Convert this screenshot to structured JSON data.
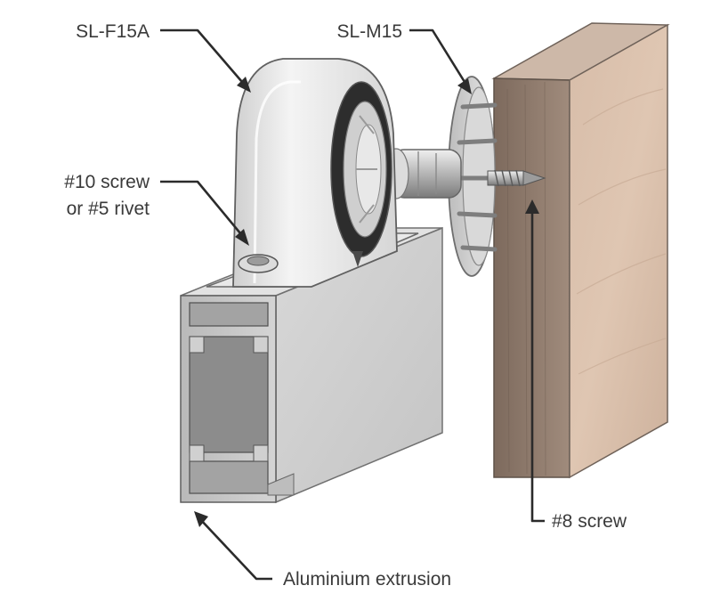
{
  "diagram": {
    "labels": {
      "female_part": "SL-F15A",
      "male_part": "SL-M15",
      "fixing_line1": "#10 screw",
      "fixing_line2": "or #5 rivet",
      "wood_screw": "#8 screw",
      "extrusion": "Aluminium extrusion"
    },
    "colors": {
      "label_text": "#3a3a3a",
      "leader_line": "#2b2b2b",
      "wood": "#d9c1ae",
      "wood_dark": "#8a7566",
      "aluminium": "#c9c9c9",
      "plastic": "#e8e8e8"
    }
  }
}
